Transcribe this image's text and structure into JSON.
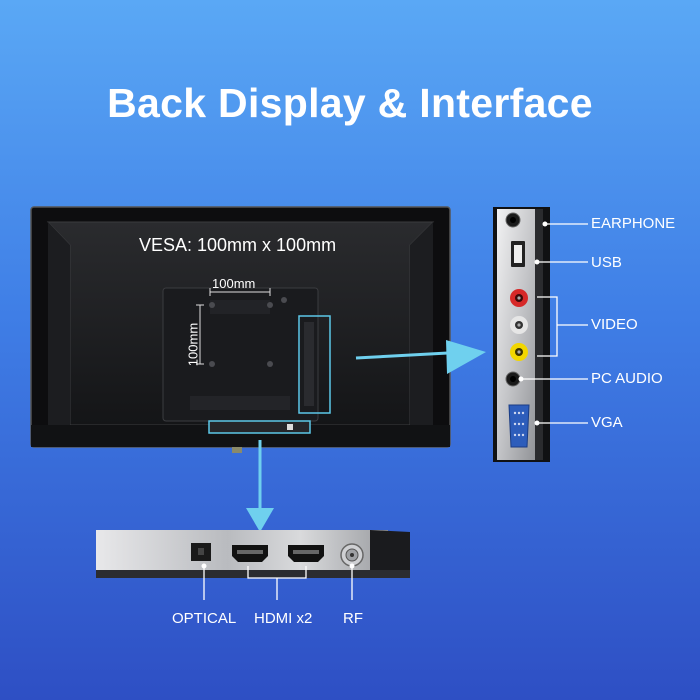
{
  "heading": "Back Display & Interface",
  "vesa": {
    "caption": "VESA: 100mm x 100mm",
    "horizontal": "100mm",
    "vertical": "100mm"
  },
  "side_ports": [
    "EARPHONE",
    "USB",
    "VIDEO",
    "PC AUDIO",
    "VGA"
  ],
  "bottom_ports": [
    "OPTICAL",
    "HDMI x2",
    "RF"
  ],
  "colors": {
    "accent": "#5cc8e8",
    "arrow": "#6fd0ee"
  }
}
